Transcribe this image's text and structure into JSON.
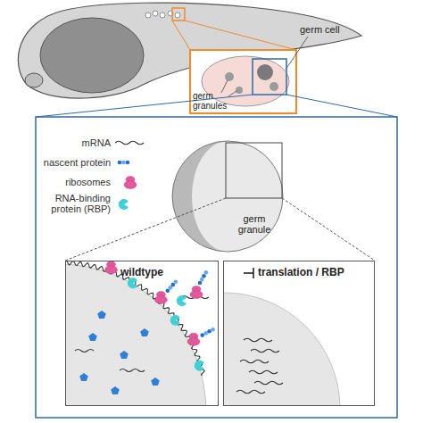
{
  "diagram": {
    "nodes": [
      {
        "text": [
          "germ granule"
        ]
      },
      {
        "text": [
          "wildtype"
        ]
      },
      {
        "text": [
          "translation / RBP"
        ]
      }
    ],
    "edges": [
      {
        "from": 0,
        "to": 1,
        "arrow": "none"
      },
      {
        "from": 0,
        "to": 2,
        "arrow": "none"
      }
    ],
    "labels": [
      "germ cell",
      "germ granules"
    ],
    "legend": [
      {
        "text": "mRNA"
      },
      {
        "text": "nascent protein"
      },
      {
        "text": "ribosomes"
      },
      {
        "text": "RNA-binding protein (RBP)"
      }
    ]
  }
}
